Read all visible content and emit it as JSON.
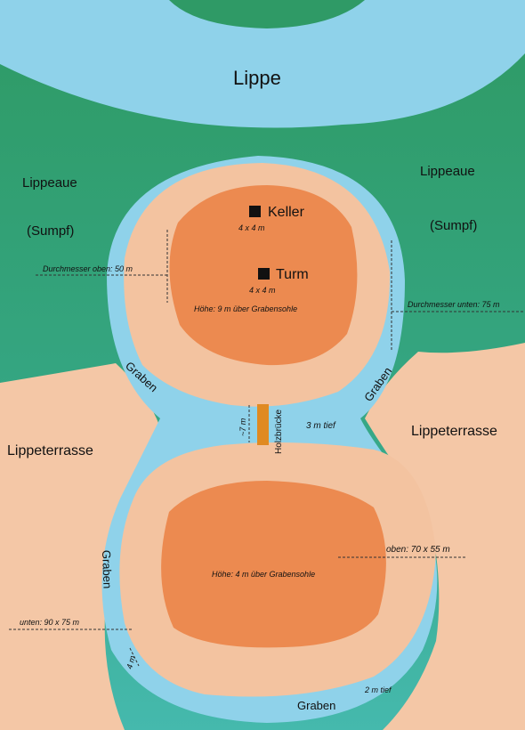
{
  "labels": {
    "river": "Lippe",
    "floodplain_left": "Lippeaue",
    "swamp_left": "(Sumpf)",
    "floodplain_right": "Lippeaue",
    "swamp_right": "(Sumpf)",
    "terrace_left": "Lippeterrasse",
    "terrace_right": "Lippeterrasse",
    "cellar": "Keller",
    "cellar_size": "4 x 4 m",
    "tower": "Turm",
    "tower_size": "4 x 4 m",
    "motte_height": "Höhe: 9 m über Grabensohle",
    "diameter_top": "Durchmesser oben:  50 m",
    "diameter_bottom": "Durchmesser unten:  75 m",
    "moat_ul": "Graben",
    "moat_ur": "Graben",
    "moat_left": "Graben",
    "moat_bottom": "Graben",
    "bridge": "Holzbrücke",
    "bridge_length": "~7 m",
    "moat_depth_upper": "3   m tief",
    "bailey_height": "Höhe: 4 m über Grabensohle",
    "bailey_top": "oben:  70 x 55 m",
    "bailey_bottom": "unten:  90 x 75 m",
    "moat_width": "4 m",
    "moat_depth_lower": "2 m tief"
  },
  "colors": {
    "meadow_dark": "#2f9a66",
    "meadow_light": "#3fb3a0",
    "river": "#8fd2ea",
    "terrace": "#f4c7a6",
    "mound_outer": "#f3c3a0",
    "mound_inner": "#ec8a50",
    "bridge": "#e08a22",
    "marker": "#111111"
  }
}
